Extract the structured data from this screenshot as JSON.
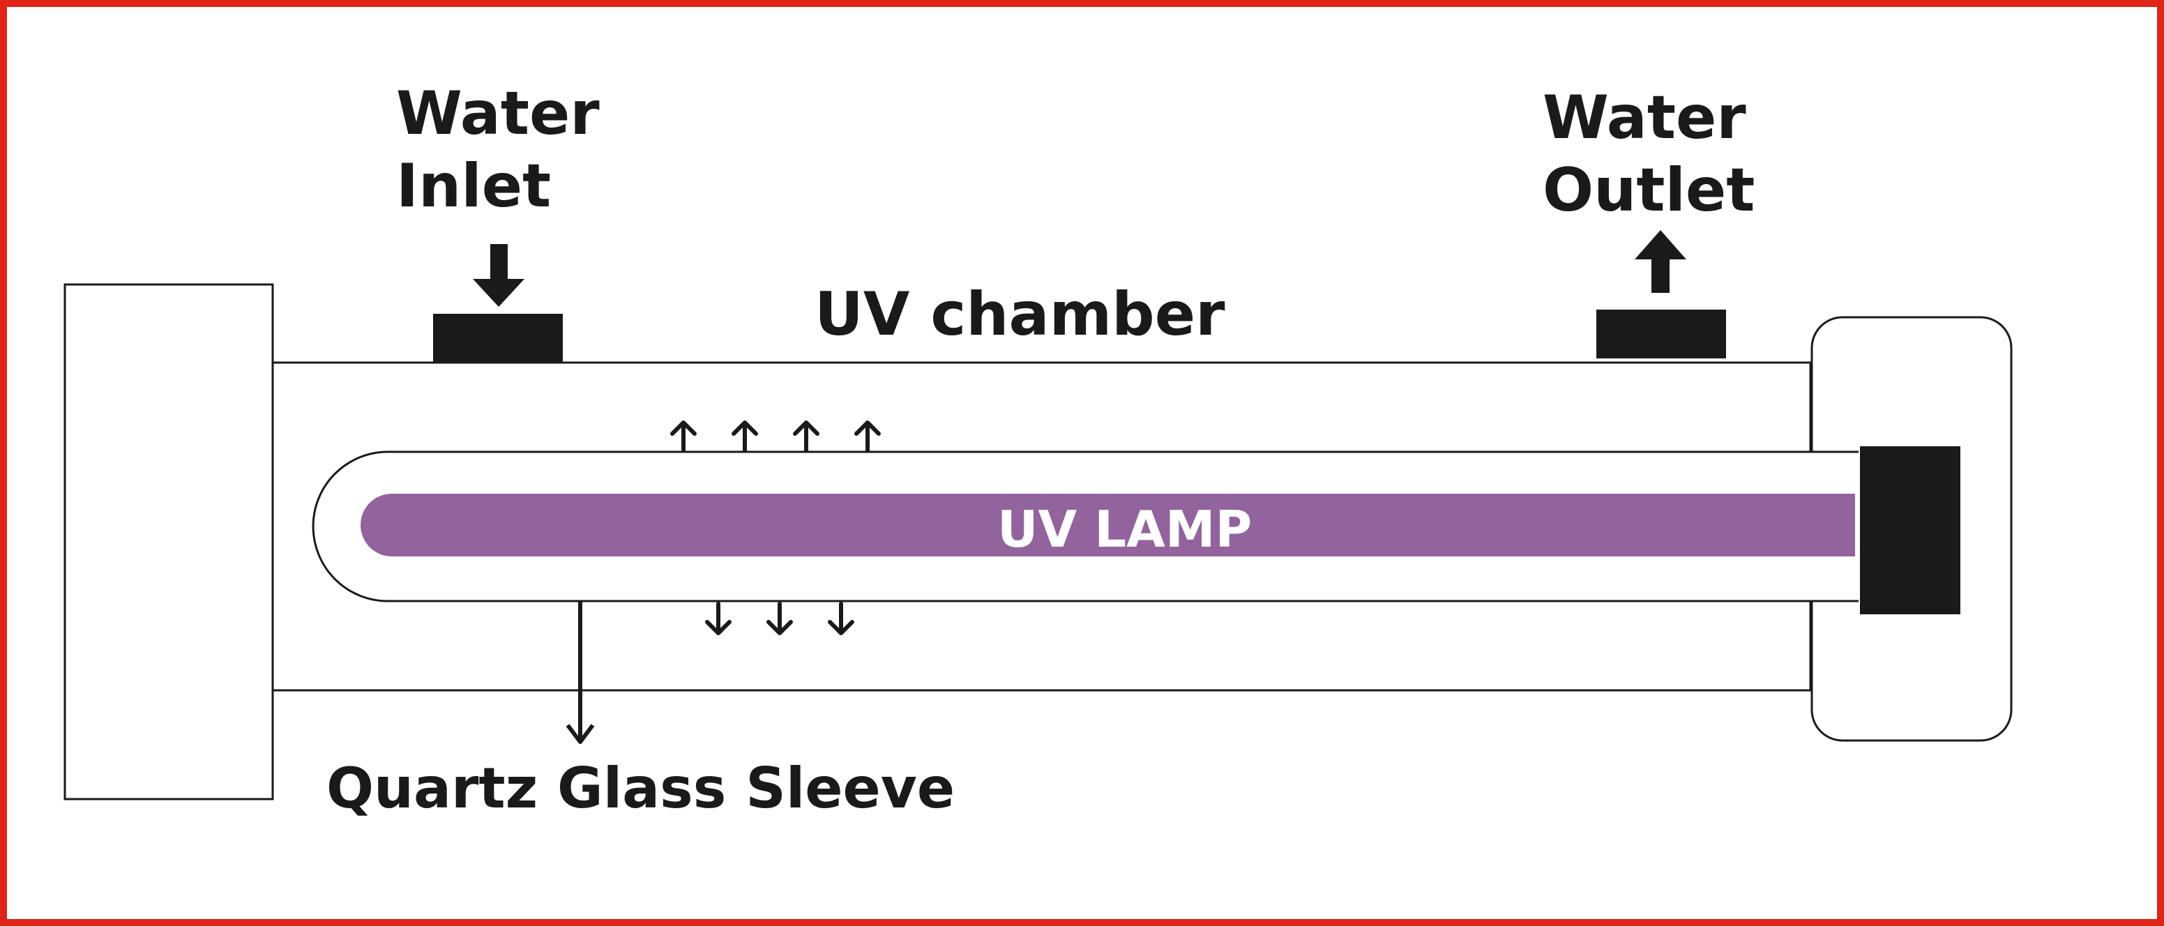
{
  "labels": {
    "inlet_line1": "Water",
    "inlet_line2": "Inlet",
    "outlet_line1": "Water",
    "outlet_line2": "Outlet",
    "chamber": "UV chamber",
    "lamp": "UV LAMP",
    "sleeve": "Quartz Glass Sleeve"
  },
  "colors": {
    "frame": "#e02418",
    "lamp": "#93639e",
    "lamp_text": "#ffffff",
    "ink": "#1a1a1a"
  }
}
